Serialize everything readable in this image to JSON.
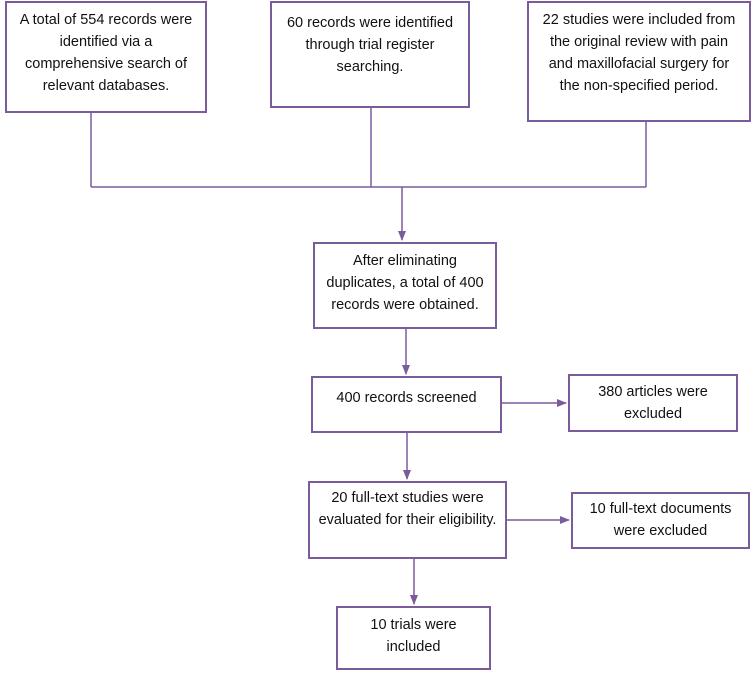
{
  "diagram": {
    "colors": {
      "stroke": "#7a5c9a",
      "text": "#111111",
      "background": "#ffffff"
    },
    "boxes": {
      "databases": "A total of 554 records were identified via a comprehensive search of relevant databases.",
      "trial_register": "60 records were identified through trial register searching.",
      "original_review": "22 studies were included from the original review with pain and maxillofacial surgery for the non-specified period.",
      "duplicates_removed": "After eliminating duplicates, a total of 400 records were obtained.",
      "screened": "400 records screened",
      "excluded_articles": "380 articles were excluded",
      "full_text": "20 full-text studies were evaluated for their eligibility.",
      "excluded_full_text": "10 full-text documents were excluded",
      "included": "10 trials were included"
    }
  }
}
